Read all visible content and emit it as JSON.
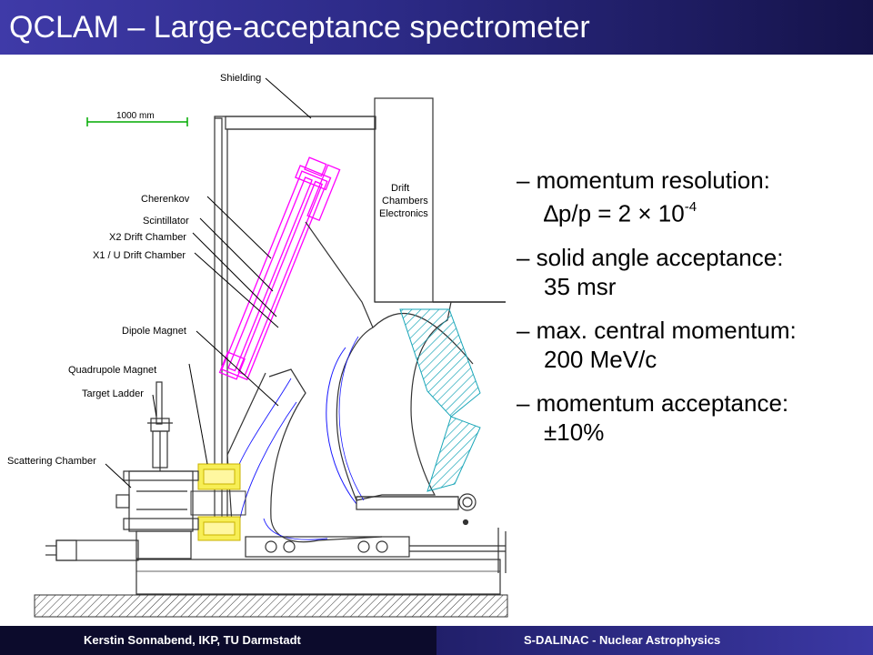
{
  "title": "QCLAM – Large-acceptance spectrometer",
  "footer": {
    "left": "Kerstin Sonnabend, IKP, TU Darmstadt",
    "right": "S-DALINAC - Nuclear Astrophysics"
  },
  "bullets": [
    {
      "line1": "– momentum resolution:",
      "line2": "∆p/p = 2 × 10",
      "sup": "-4"
    },
    {
      "line1": "– solid angle acceptance:",
      "line2": "35 msr"
    },
    {
      "line1": "– max. central momentum:",
      "line2": "200 MeV/c"
    },
    {
      "line1": "– momentum acceptance:",
      "line2": "±10%"
    }
  ],
  "diagram": {
    "scale_label": "1000 mm",
    "labels": {
      "shielding": "Shielding",
      "electronics": [
        "Drift",
        "Chambers",
        "Electronics"
      ],
      "cherenkov": "Cherenkov",
      "scintillator": "Scintillator",
      "x2": "X2 Drift Chamber",
      "x1": "X1 / U Drift Chamber",
      "dipole": "Dipole Magnet",
      "quadrupole": "Quadrupole Magnet",
      "ladder": "Target Ladder",
      "scattering": "Scattering Chamber"
    },
    "colors": {
      "detector": "#ff00ff",
      "hatch": "#1aa6b8",
      "quad": "#e6d200",
      "scale": "#00aa00",
      "beam": "#1a1aff"
    }
  }
}
